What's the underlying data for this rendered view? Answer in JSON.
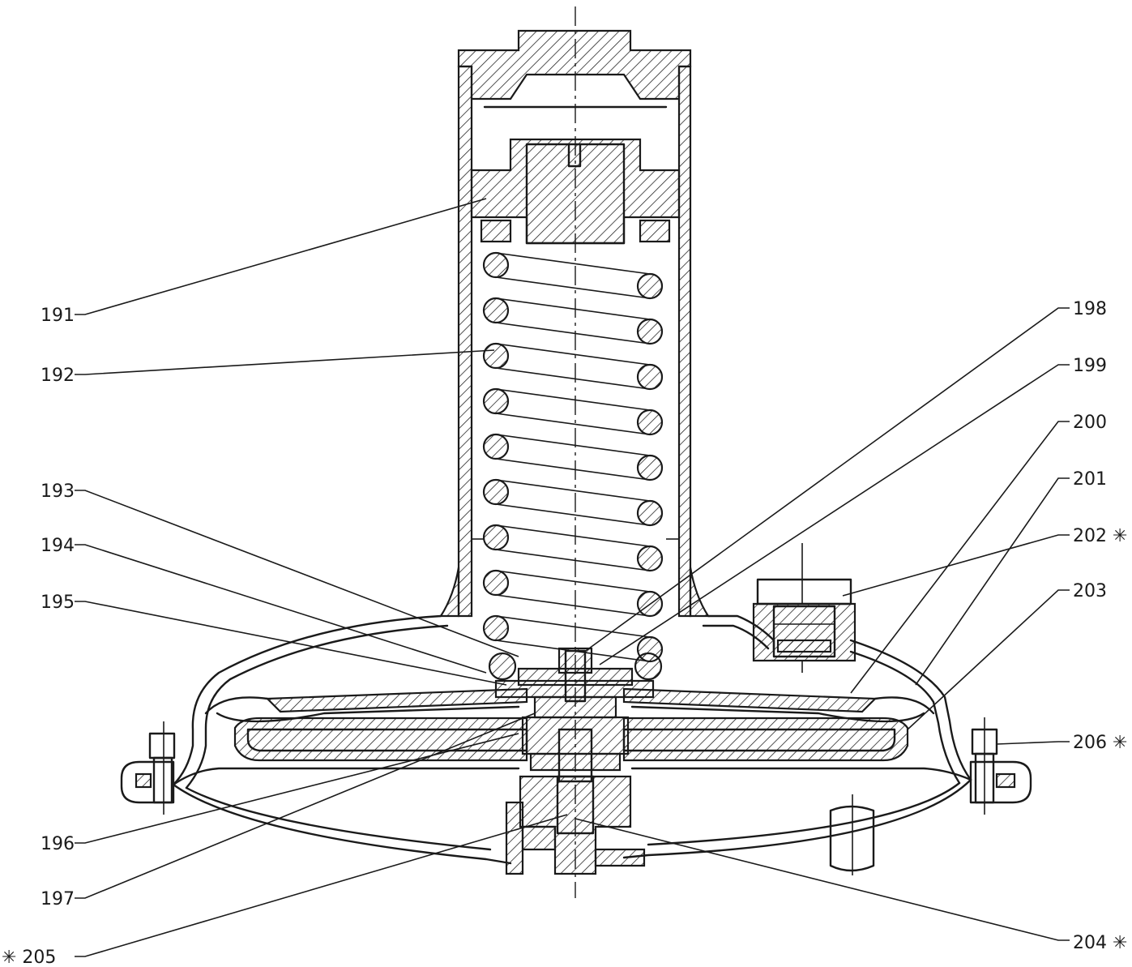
{
  "labels": {
    "l191": "191",
    "l192": "192",
    "l193": "193",
    "l194": "194",
    "l195": "195",
    "l196": "196",
    "l197": "197",
    "l198": "198",
    "l199": "199",
    "l200": "200",
    "l201": "201",
    "l202": "202 ✳",
    "l203": "203",
    "l204": "204 ✳",
    "l205": "✳  205",
    "l206": "206 ✳"
  },
  "colors": {
    "ink": "#1a1a1a",
    "paper": "#ffffff"
  },
  "spring_coil_count": 9
}
